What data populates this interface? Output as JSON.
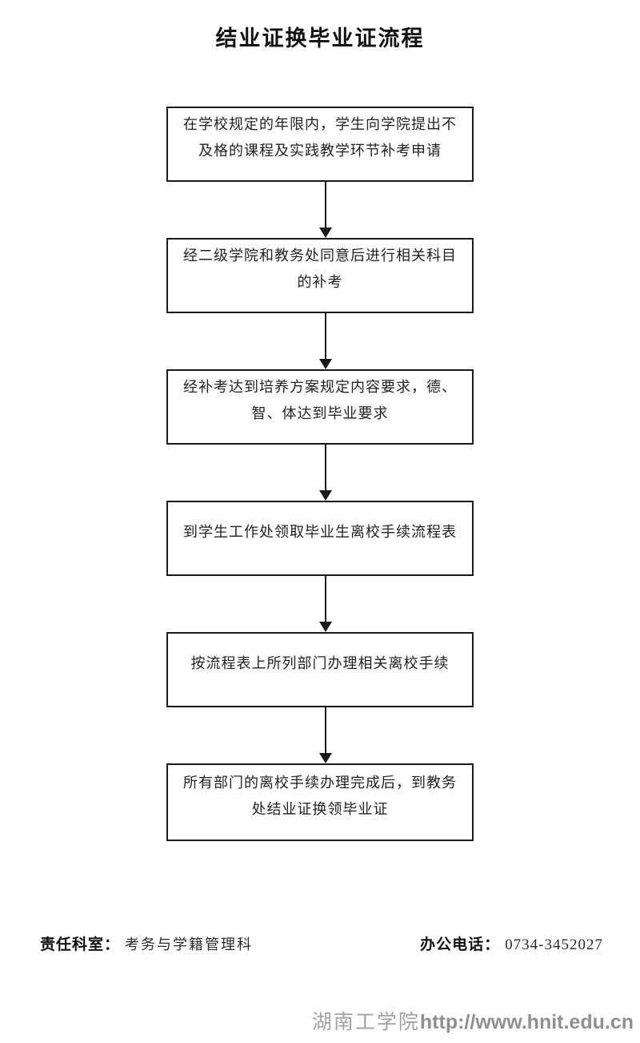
{
  "title": "结业证换毕业证流程",
  "flow": {
    "steps": [
      {
        "text": "在学校规定的年限内，学生向学院提出不及格的课程及实践教学环节补考申请"
      },
      {
        "text": "经二级学院和教务处同意后进行相关科目的补考"
      },
      {
        "text": "经补考达到培养方案规定内容要求，德、智、体达到毕业要求"
      },
      {
        "text": "到学生工作处领取毕业生离校手续流程表"
      },
      {
        "text": "按流程表上所列部门办理相关离校手续"
      },
      {
        "text": "所有部门的离校手续办理完成后，到教务处结业证换领毕业证"
      }
    ]
  },
  "footer": {
    "dept_label": "责任科室：",
    "dept_value": "考务与学籍管理科",
    "phone_label": "办公电话：",
    "phone_value": "0734-3452027"
  },
  "watermark": {
    "site_name": "湖南工学院",
    "site_url": "http://www.hnit.edu.cn"
  },
  "colors": {
    "box_border": "#1a1a1a",
    "text": "#222222",
    "watermark_gray": "#9b9b9b",
    "background": "#ffffff"
  }
}
